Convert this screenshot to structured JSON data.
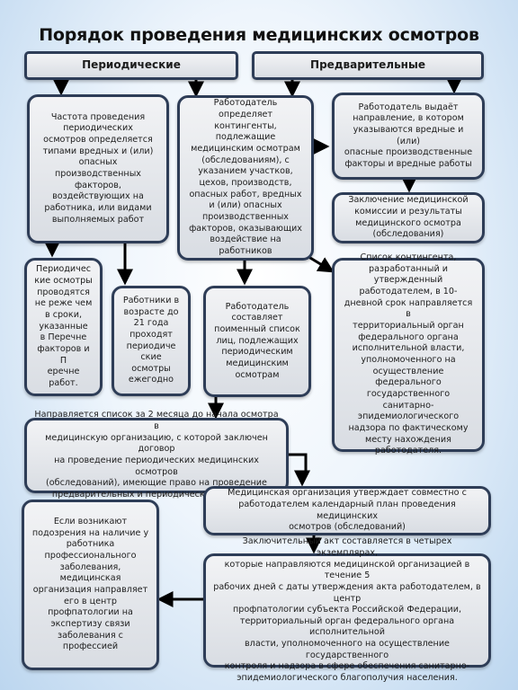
{
  "title": "Порядок проведения медицинских осмотров",
  "boxes": {
    "periodic": "Периодические",
    "preliminary": "Предварительные",
    "frequency": "Частота проведения\nпериодических\nосмотров определяется\nтипами вредных и (или)\nопасных\nпроизводственных\nфакторов,\nвоздействующих на\nработника, или видами\nвыполняемых работ",
    "employer_contingent": "Работодатель определяет\nконтингенты,\nподлежащие\nмедицинским осмотрам\n(обследованиям), с\nуказанием участков,\nцехов, производств,\nопасных  работ, вредных\nи (или) опасных\nпроизводственных\nфакторов, оказывающих\nвоздействие на\nработников",
    "employer_referral": "Работодатель выдаёт\nнаправление, в котором\nуказываются вредные и (или)\nопасные производственные\nфакторы  и вредные работы",
    "conclusion": "Заключение медицинской\nкомиссии и результаты\nмедицинского осмотра\n(обследования)",
    "periodic_terms": "Периодичес\nкие осмотры\nпроводятся\nне  реже чем\nв сроки,\nуказанные\nв Перечне\nфакторов и П\nеречне\nработ.",
    "workers_under21": "Работники в\nвозрасте до\n21 года\nпроходят\nпериодиче\nские\nосмотры\nежегодно",
    "employer_list": "Работодатель\nсоставляет\nпоименный список\nлиц, подлежащих\nпериодическим\nмедицинским\nосмотрам",
    "contingent_list": "Список контингента,\nразработанный и\nутвержденный\nработодателем, в 10-\nдневной срок направляется в\nтерриториальный орган\nфедерального органа\nисполнительной власти,\nуполномоченного на\nосуществление\nфедерального\nгосударственного санитарно-\nэпидемиологического\nнадзора по фактическому\nместу нахождения\nработодателя.",
    "send_list": "Направляется список за 2 месяца до начала осмотра в\nмедицинскую организацию, с которой заключен договор\nна проведение периодических медицинских осмотров\n(обследований), имеющие право на проведение\nпредварительных и периодических осмотров",
    "med_org_plan": "Медицинская организация утверждает совместно с\nработодателем календарный план проведения медицинских\nосмотров (обследований)",
    "occupational": "Если возникают\nподозрения на наличие у\nработника\nпрофессионального\nзаболевания,\nмедицинская\nорганизация направляет\nего в центр\nпрофпатологии на\nэкспертизу связи\nзаболевания с\nпрофессией",
    "final_act": "Заключительный акт составляется в четырех экземплярах,\nкоторые направляются медицинской организацией в течение 5\nрабочих дней с даты утверждения акта работодателем, в центр\nпрофпатологии субъекта Российской Федерации,\nтерриториальный орган федерального органа исполнительной\nвласти, уполномоченного на осуществление государственного\nконтроля и надзора в сфере обеспечения санитарно-\nэпидемиологического благополучия населения."
  }
}
